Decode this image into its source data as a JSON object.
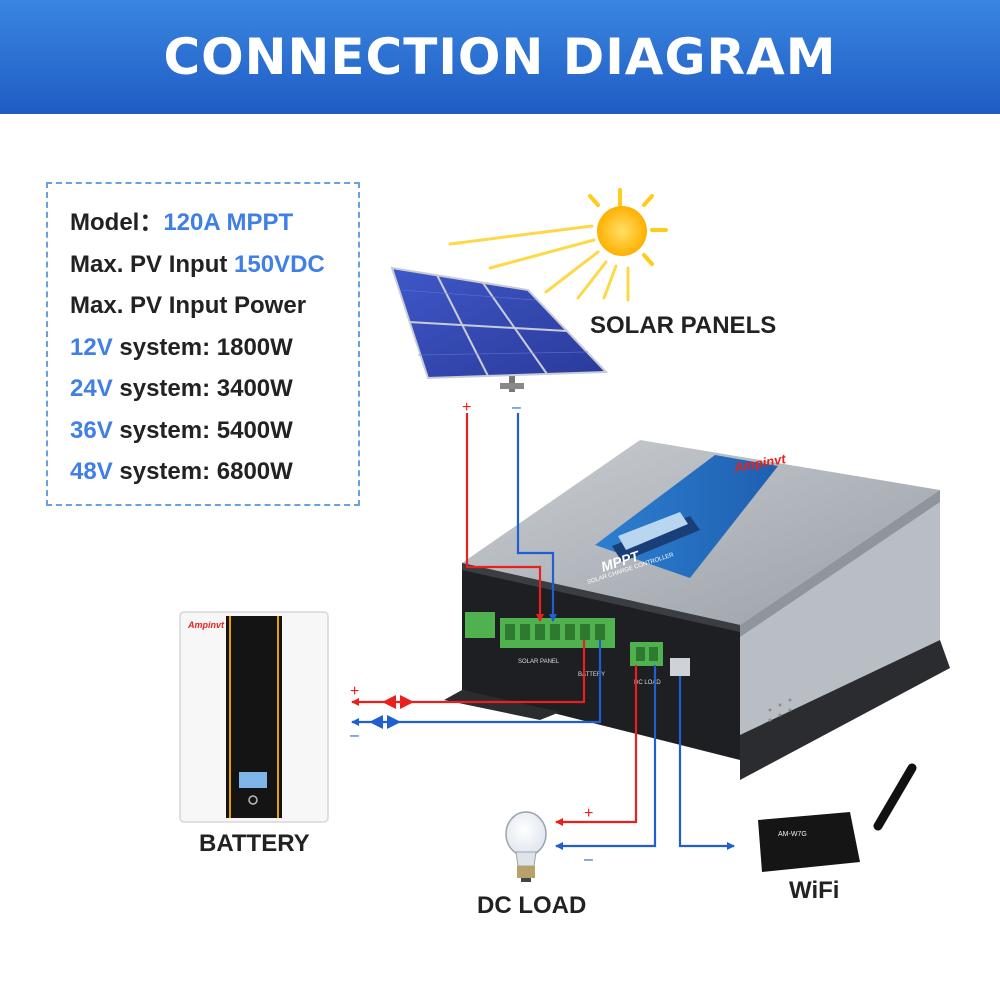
{
  "header": {
    "title": "CONNECTION DIAGRAM"
  },
  "specs": {
    "rows": [
      {
        "label": "Model：",
        "value": "120A MPPT"
      },
      {
        "label": "Max. PV Input ",
        "value": "150VDC"
      },
      {
        "label": "Max. PV Input Power"
      },
      {
        "voltage": "12V",
        "text": " system: 1800W"
      },
      {
        "voltage": "24V",
        "text": " system: 3400W"
      },
      {
        "voltage": "36V",
        "text": " system: 5400W"
      },
      {
        "voltage": "48V",
        "text": " system: 6800W"
      }
    ]
  },
  "components": {
    "solar": "SOLAR PANELS",
    "battery": "BATTERY",
    "dc_load": "DC LOAD",
    "wifi": "WiFi"
  },
  "controller": {
    "brand": "Ampinvt",
    "model_text": "MPPT",
    "subtitle": "SOLAR CHARGE CONTROLLER",
    "terminal_solar": "SOLAR PANEL",
    "terminal_battery": "BATTERY",
    "terminal_load": "DC LOAD"
  },
  "battery_unit": {
    "brand": "Ampinvt"
  },
  "wifi_module": {
    "model": "AM-W7G"
  },
  "polarity": {
    "plus": "+",
    "minus": "–"
  },
  "colors": {
    "positive": "#e8201e",
    "negative": "#1f5fd0",
    "accent": "#3f7fe6",
    "header": "#2a6fd6"
  }
}
